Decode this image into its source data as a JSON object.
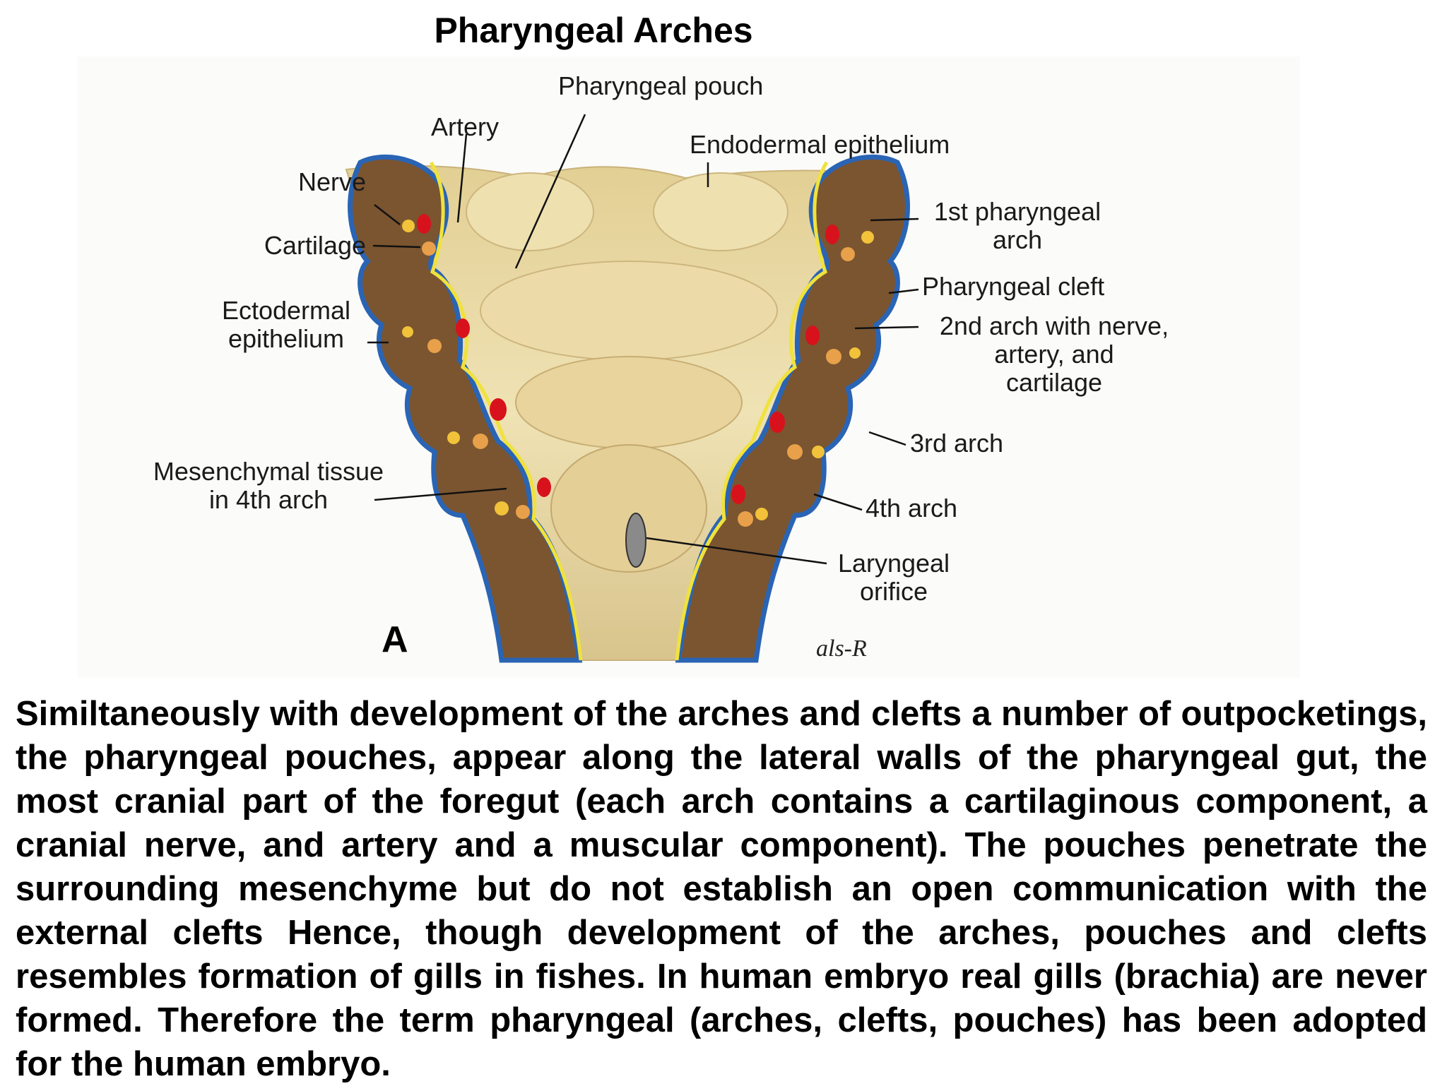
{
  "title": "Pharyngeal Arches",
  "figure": {
    "panel_letter": "A",
    "signature": "als-R",
    "labels": {
      "pharyngeal_pouch": "Pharyngeal pouch",
      "artery": "Artery",
      "endodermal_epithelium": "Endodermal epithelium",
      "nerve": "Nerve",
      "cartilage": "Cartilage",
      "ectodermal_epithelium_1": "Ectodermal",
      "ectodermal_epithelium_2": "epithelium",
      "mesenchymal_1": "Mesenchymal tissue",
      "mesenchymal_2": "in 4th arch",
      "first_arch_1": "1st pharyngeal",
      "first_arch_2": "arch",
      "pharyngeal_cleft": "Pharyngeal cleft",
      "second_arch_1": "2nd arch with nerve,",
      "second_arch_2": "artery, and",
      "second_arch_3": "cartilage",
      "third_arch": "3rd arch",
      "fourth_arch": "4th arch",
      "laryngeal_1": "Laryngeal",
      "laryngeal_2": "orifice"
    },
    "colors": {
      "mesenchyme": "#7a5530",
      "ectoderm": "#2a64b4",
      "endoderm": "#f0e23c",
      "artery": "#d8121c",
      "nerve": "#f2c23a",
      "cartilage": "#e8a04a",
      "floor": "#e9d7a0"
    }
  },
  "body_text": "Similtaneously with development of the arches and clefts a number of outpocketings, the pharyngeal pouches, appear along the lateral walls of the pharyngeal gut, the most cranial part of the foregut (each arch contains a cartilaginous component, a cranial nerve, and artery and a muscular component). The pouches penetrate the surrounding mesenchyme but do not establish an open communication with the external clefts Hence, though development of the arches, pouches and clefts resembles formation of gills in fishes. In human embryo real gills (brachia) are never formed. Therefore the term pharyngeal (arches, clefts, pouches) has been adopted for the human embryo."
}
